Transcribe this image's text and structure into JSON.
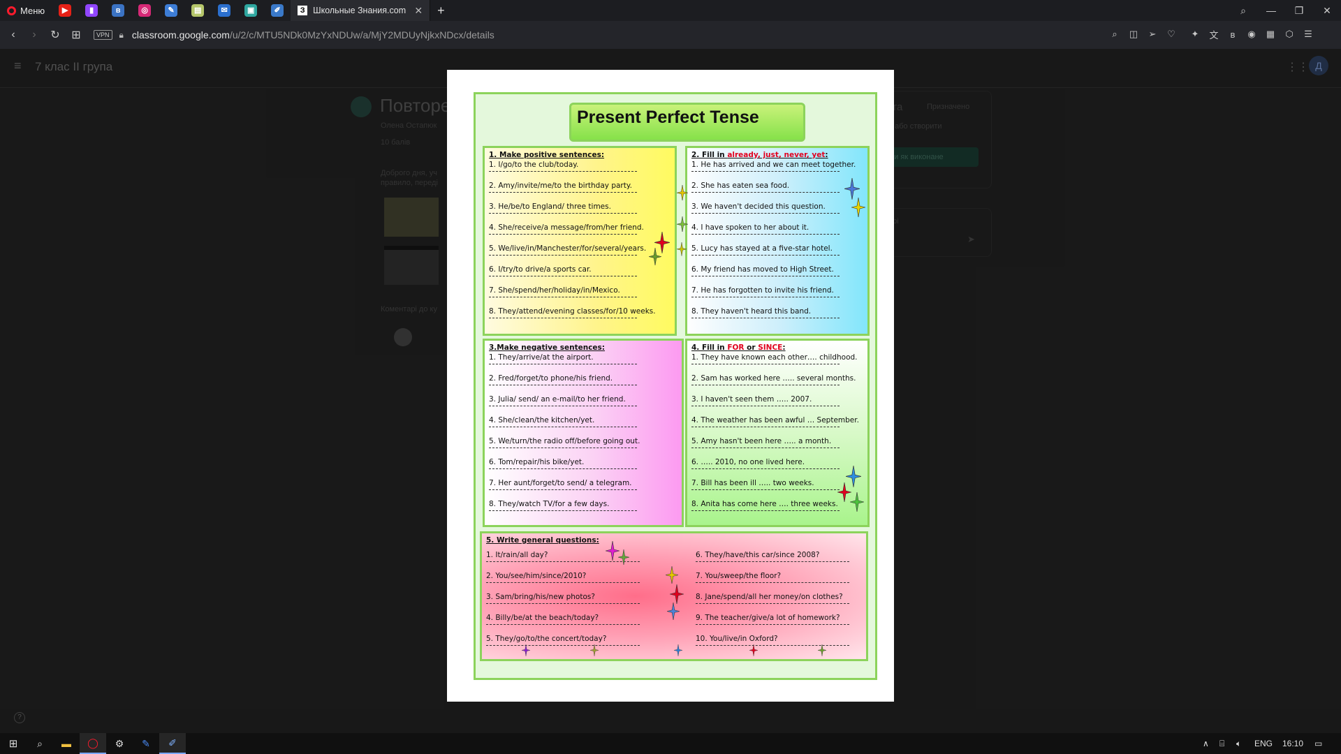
{
  "browser": {
    "menu_label": "Меню",
    "active_tab": {
      "icon_letter": "З",
      "title": "Школьные Знания.com - F"
    },
    "url": {
      "host": "classroom.google.com",
      "path": "/u/2/c/MTU5NDk0MzYxNDUw/a/MjY2MDUyNjkxNDcx/details"
    },
    "vpn_label": "VPN",
    "new_tab": "+",
    "speed_dial": [
      {
        "name": "youtube-icon",
        "color": "#e62117",
        "glyph": "▶"
      },
      {
        "name": "twitch-icon",
        "color": "#9146ff",
        "glyph": "▮"
      },
      {
        "name": "vk-icon",
        "color": "#3b73c4",
        "glyph": "в"
      },
      {
        "name": "instagram-icon",
        "color": "#d62976",
        "glyph": "◎"
      },
      {
        "name": "feather-icon",
        "color": "#3d7dd6",
        "glyph": "✎"
      },
      {
        "name": "document-icon",
        "color": "#b5c66a",
        "glyph": "▤"
      },
      {
        "name": "mail-icon",
        "color": "#2b6fce",
        "glyph": "✉"
      },
      {
        "name": "image-icon",
        "color": "#2fa7a0",
        "glyph": "▣"
      },
      {
        "name": "pen-icon",
        "color": "#3a79c9",
        "glyph": "✐"
      }
    ]
  },
  "classroom": {
    "class_name": "7 клас II група",
    "assignment_title": "Повторе",
    "author": "Олена Остапюк",
    "points": "10 балів",
    "description_line1": "Доброго дня, уч",
    "description_line2": "правило, переді",
    "comments_label": "Коментарі до ку",
    "your_work": "рота",
    "assigned": "Призначено",
    "add_or_create": "ати або створити",
    "mark_done": "ити як виконане",
    "private_comments": "нтарі",
    "avatar_letter": "Д"
  },
  "worksheet": {
    "title": "Present Perfect Tense",
    "sections": [
      {
        "heading": "1. Make positive sentences:",
        "items": [
          "1. I/go/to the club/today.",
          "2. Amy/invite/me/to the birthday party.",
          "3. He/be/to England/ three times.",
          "4. She/receive/a message/from/her friend.",
          "5. We/live/in/Manchester/for/several/years.",
          "6. I/try/to drive/a sports car.",
          "7. She/spend/her/holiday/in/Mexico.",
          "8. They/attend/evening classes/for/10 weeks."
        ]
      },
      {
        "heading_prefix": "2. Fill in ",
        "heading_red": "already, just, never, yet",
        "heading_suffix": ":",
        "items": [
          "1. He has arrived and we can meet together.",
          "2. She has eaten sea food.",
          "3. We haven't decided this question.",
          "4. I have spoken to her about it.",
          "5. Lucy has stayed at a five-star hotel.",
          "6. My friend has moved to High Street.",
          "7. He has forgotten to invite his friend.",
          "8. They haven't heard this band."
        ]
      },
      {
        "heading": "3.Make negative sentences:",
        "items": [
          "1. They/arrive/at the airport.",
          "2. Fred/forget/to phone/his friend.",
          "3. Julia/ send/ an e-mail/to her friend.",
          "4. She/clean/the kitchen/yet.",
          "5. We/turn/the radio off/before going out.",
          "6. Tom/repair/his bike/yet.",
          "7. Her aunt/forget/to send/ a telegram.",
          "8. They/watch TV/for a few days."
        ]
      },
      {
        "heading_prefix": "4. Fill in ",
        "heading_red1": "FOR",
        "heading_mid": " or ",
        "heading_red2": "SINCE",
        "heading_suffix": ":",
        "items": [
          "1. They have known each other…. childhood.",
          "2. Sam has worked here ….. several months.",
          "3. I haven't seen them ….. 2007.",
          "4. The weather has been awful … September.",
          "5. Amy hasn't been here ….. a month.",
          "6. ….. 2010, no one lived here.",
          "7. Bill has been ill ….. two weeks.",
          "8. Anita has come here …. three weeks."
        ]
      },
      {
        "heading": "5. Write general questions:",
        "items_left": [
          "1. It/rain/all day?",
          "2. You/see/him/since/2010?",
          "3. Sam/bring/his/new photos?",
          "4. Billy/be/at the beach/today?",
          "5. They/go/to/the concert/today?"
        ],
        "items_right": [
          "6. They/have/this car/since 2008?",
          "7. You/sweep/the floor?",
          "8. Jane/spend/all her money/on clothes?",
          "9. The teacher/give/a lot of homework?",
          "10. You/live/in Oxford?"
        ]
      }
    ]
  },
  "taskbar": {
    "language": "ENG",
    "time": "16:10"
  },
  "colors": {
    "opera_red": "#ff1b2d",
    "sheet_border_green": "#8cd35b",
    "accent_red": "#e1001e"
  }
}
